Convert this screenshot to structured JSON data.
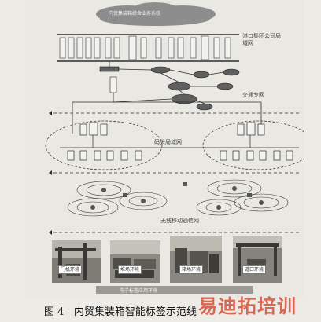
{
  "diagram": {
    "top_cloud_label": "内贸集装箱综合业务系统",
    "group_lan_label": "港口集团公司局域网",
    "transport_network_label": "交通专网",
    "terminal_lan_label": "码头局域网",
    "wireless_label": "无线移动通信网",
    "bottom_bar_label": "电子标签应用环境",
    "environments": [
      "门机环境",
      "堆场环境",
      "箱场环境",
      "道口环境"
    ]
  },
  "caption": {
    "figure_number": "图 4",
    "title": "内贸集装箱智能标签示范线"
  },
  "watermark": {
    "text": "易迪拓培训"
  },
  "colors": {
    "cloud": "#8d8d8d",
    "line": "#2d2d2d",
    "dashed": "#5a5a5a",
    "watermark": "#d8503a"
  }
}
